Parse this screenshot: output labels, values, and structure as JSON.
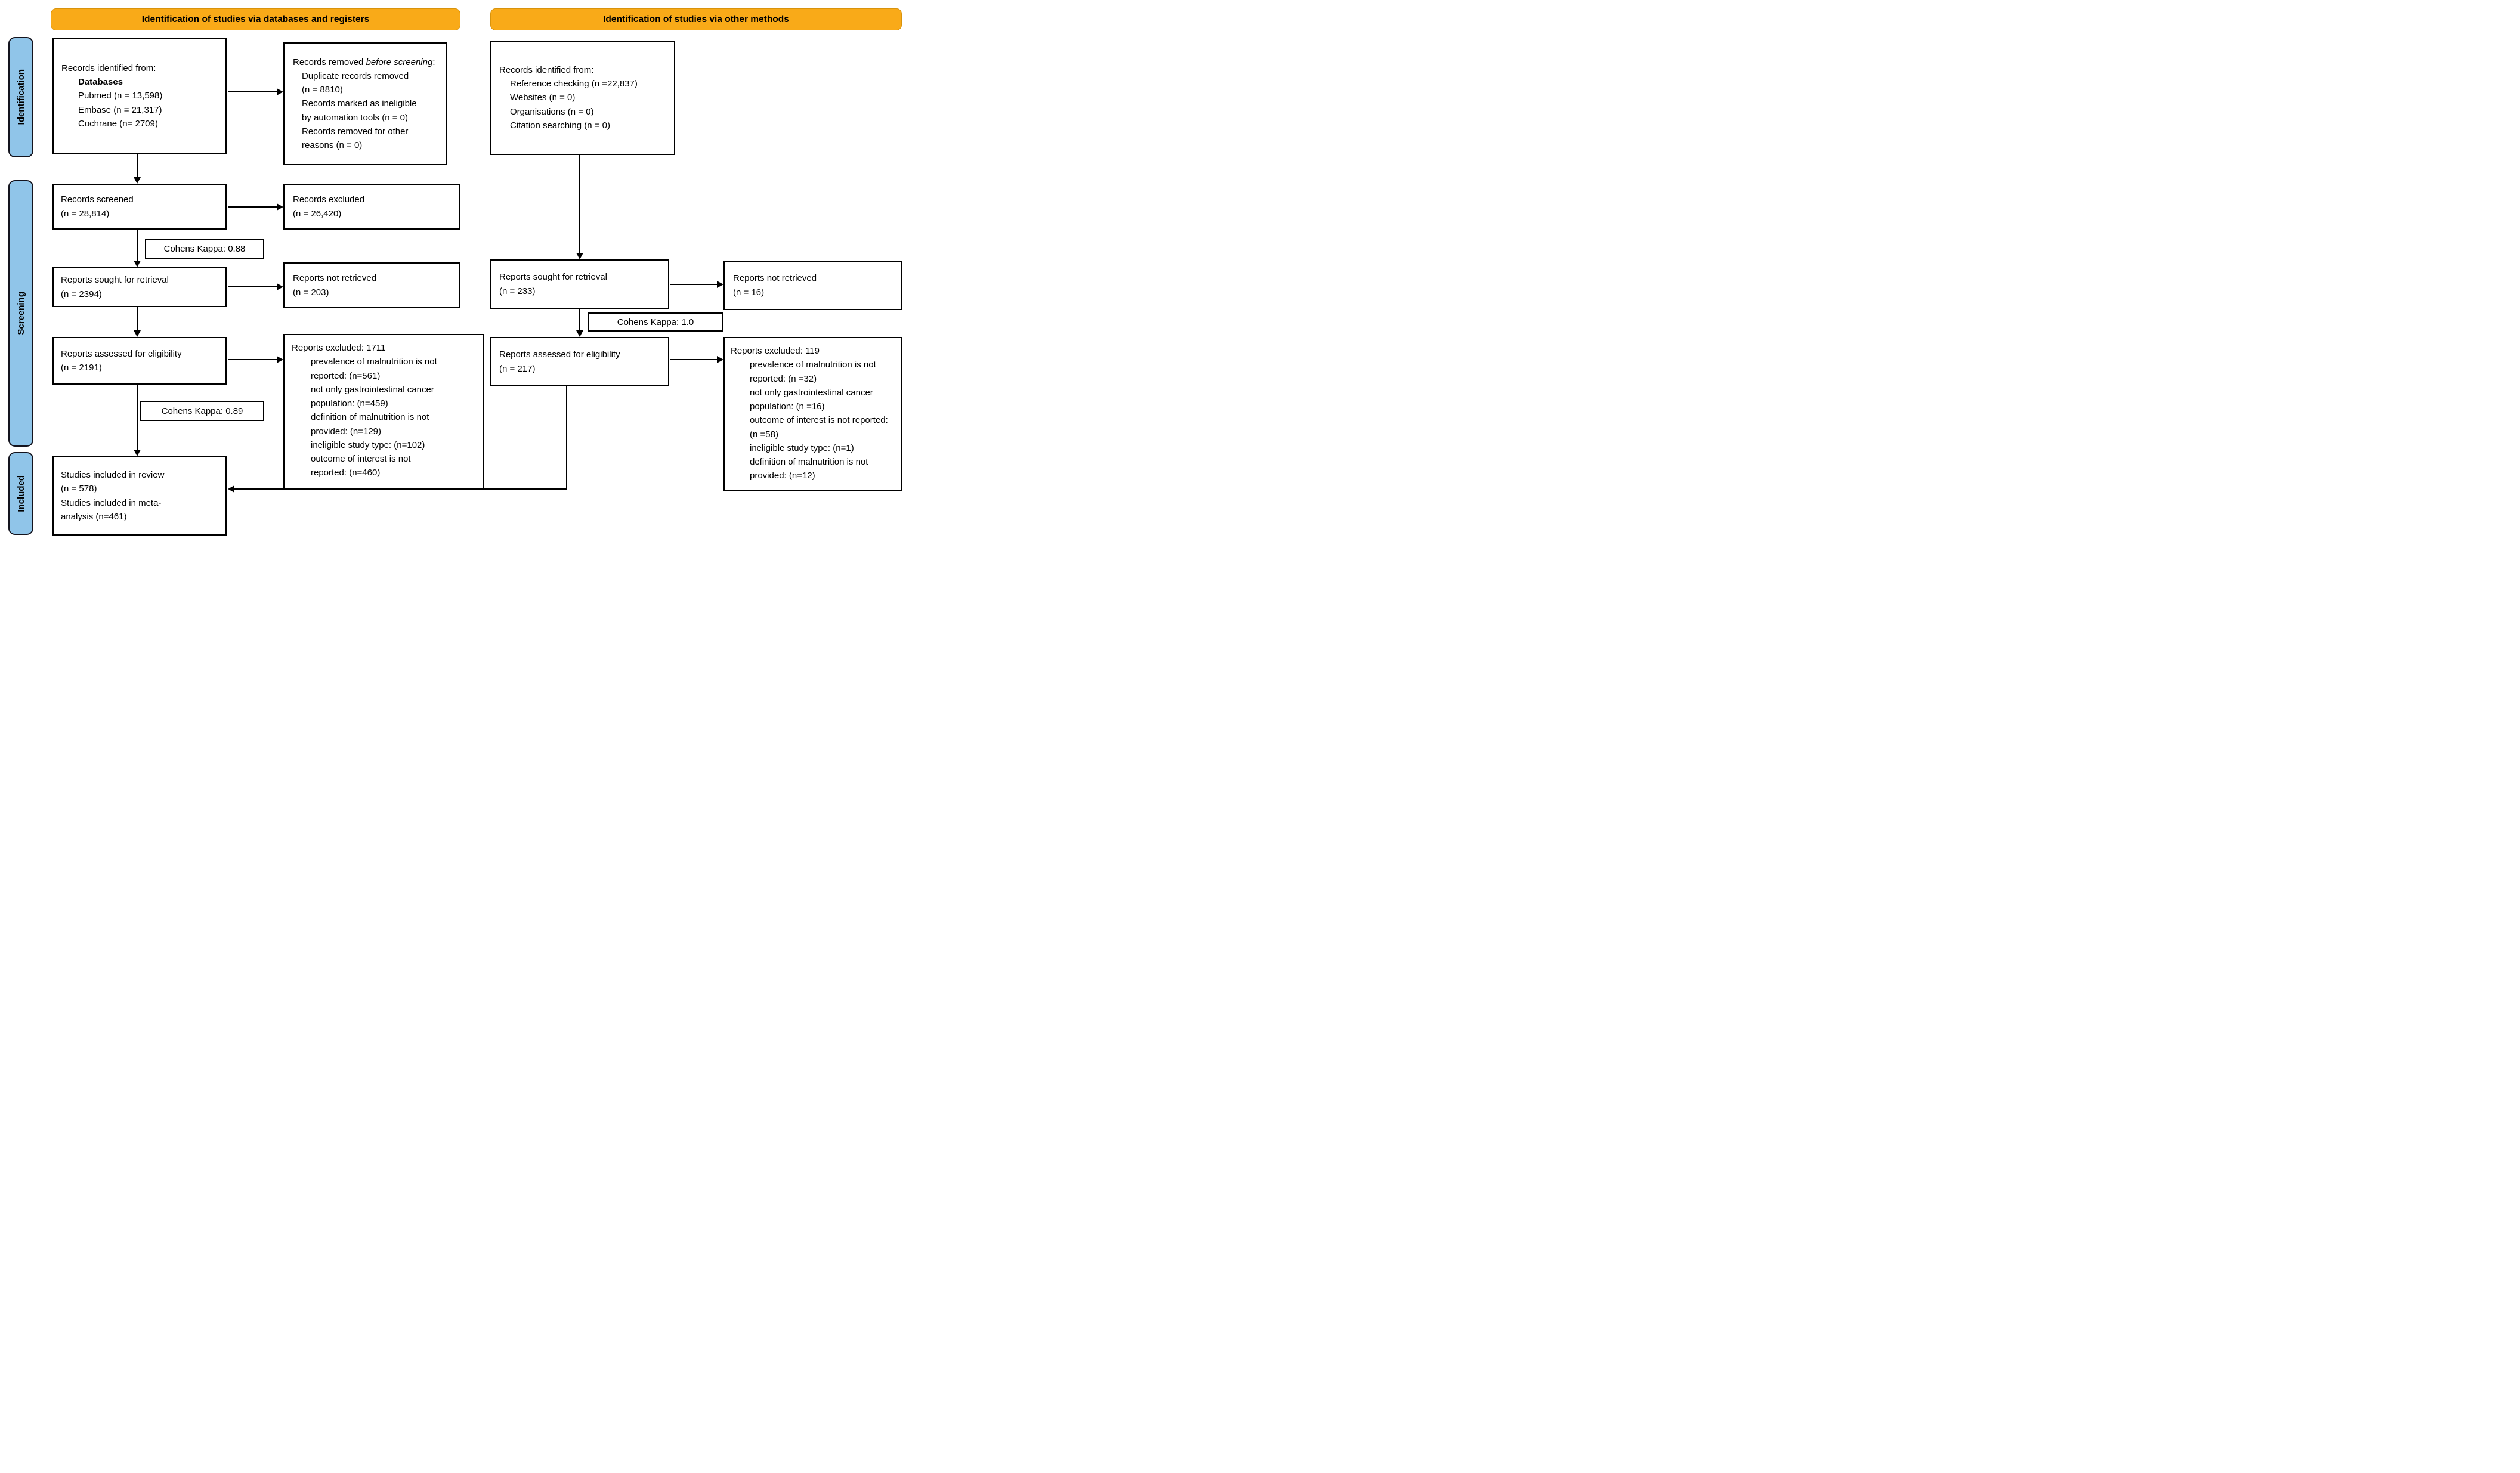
{
  "colors": {
    "banner_bg": "#F9AA18",
    "stage_label_bg": "#90C5E9",
    "line_color": "#000000"
  },
  "banners": {
    "left": "Identification of studies via databases and registers",
    "right": "Identification of studies via other methods"
  },
  "stages": {
    "identification": "Identification",
    "screening": "Screening",
    "included": "Included"
  },
  "boxes": {
    "records_identified_db": {
      "title": "Records identified from:",
      "subtitle": "Databases",
      "items": [
        "Pubmed (n = 13,598)",
        "Embase (n = 21,317)",
        "Cochrane (n= 2709)"
      ]
    },
    "records_removed": {
      "lead_normal": "Records removed ",
      "lead_italic": "before screening",
      "lead_suffix": ":",
      "items": [
        [
          "Duplicate records removed",
          "(n = 8810)"
        ],
        [
          "Records marked as ineligible",
          "by automation tools (n = 0)"
        ],
        [
          "Records removed for other",
          "reasons (n = 0)"
        ]
      ]
    },
    "records_identified_other": {
      "title": "Records identified from:",
      "items": [
        "Reference checking (n =22,837)",
        "Websites (n = 0)",
        "Organisations (n = 0)",
        "Citation searching (n = 0)"
      ]
    },
    "records_screened": {
      "line1": "Records screened",
      "line2": "(n = 28,814)"
    },
    "records_excluded": {
      "line1": "Records excluded",
      "line2": "(n = 26,420)"
    },
    "kappa_screening": {
      "label": "Cohens Kappa: 0.88"
    },
    "reports_sought_db": {
      "line1": "Reports sought for retrieval",
      "line2": "(n = 2394)"
    },
    "reports_not_retrieved_db": {
      "line1": "Reports not retrieved",
      "line2": "(n = 203)"
    },
    "reports_sought_other": {
      "line1": "Reports sought for retrieval",
      "line2": "(n = 233)"
    },
    "reports_not_retrieved_other": {
      "line1": "Reports not retrieved",
      "line2": "(n = 16)"
    },
    "kappa_retrieval_other": {
      "label": "Cohens Kappa: 1.0"
    },
    "reports_assessed_db": {
      "line1": "Reports assessed for eligibility",
      "line2": "(n = 2191)"
    },
    "reports_excluded_db": {
      "title": "Reports excluded: 1711",
      "items": [
        [
          "prevalence of malnutrition is not",
          "reported: (n=561)"
        ],
        [
          "not only gastrointestinal cancer",
          "population: (n=459)"
        ],
        [
          "definition of malnutrition is not",
          "provided: (n=129)"
        ],
        [
          "ineligible study type: (n=102)"
        ],
        [
          "outcome of interest is not",
          "reported: (n=460)"
        ]
      ]
    },
    "kappa_eligibility": {
      "label": "Cohens Kappa: 0.89"
    },
    "reports_assessed_other": {
      "line1": "Reports assessed for eligibility",
      "line2": "(n = 217)"
    },
    "reports_excluded_other": {
      "title": "Reports excluded: 119",
      "items": [
        [
          "prevalence of malnutrition is not",
          "reported: (n =32)"
        ],
        [
          "not only gastrointestinal cancer",
          "population: (n =16)"
        ],
        [
          "outcome of interest is not reported:",
          "(n =58)"
        ],
        [
          "ineligible study type: (n=1)"
        ],
        [
          "definition of malnutrition is not",
          "provided: (n=12)"
        ]
      ]
    },
    "studies_included": {
      "lines": [
        "Studies included in review",
        "(n = 578)",
        "Studies included in meta-",
        "analysis (n=461)"
      ]
    }
  }
}
